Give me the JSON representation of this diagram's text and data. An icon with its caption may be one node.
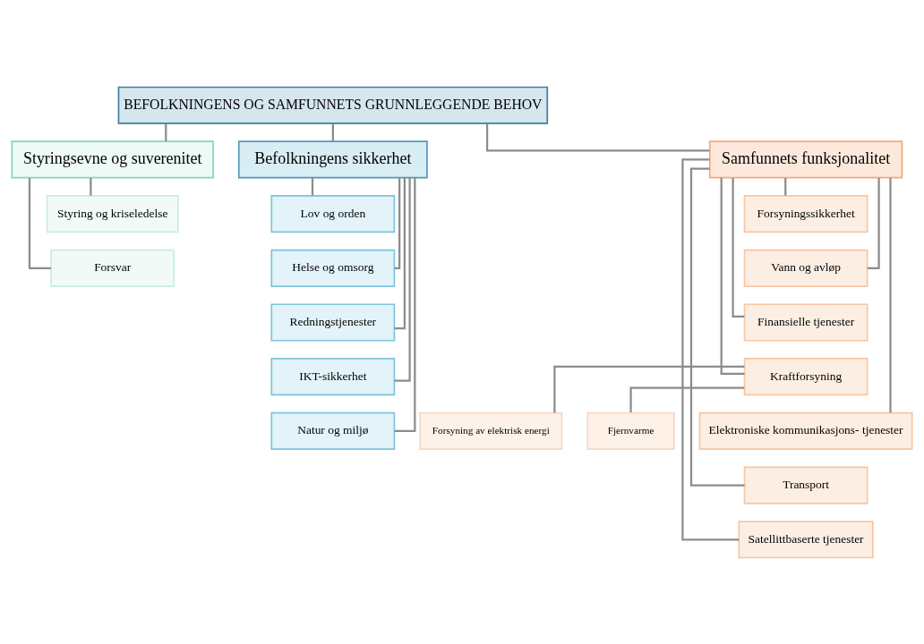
{
  "diagram": {
    "nodes": [
      {
        "text": [
          "BEFOLKNINGENS OG SAMFUNNETS GRUNNLEGGENDE BEHOV"
        ]
      },
      {
        "text": [
          "Styringsevne og suverenitet"
        ]
      },
      {
        "text": [
          "Styring og kriseledelse"
        ]
      },
      {
        "text": [
          "Forsvar"
        ]
      },
      {
        "text": [
          "Befolkningens sikkerhet"
        ]
      },
      {
        "text": [
          "Lov og orden"
        ]
      },
      {
        "text": [
          "Helse og omsorg"
        ]
      },
      {
        "text": [
          "Redningstjenester"
        ]
      },
      {
        "text": [
          "IKT-sikkerhet"
        ]
      },
      {
        "text": [
          "Natur og miljø"
        ]
      },
      {
        "text": [
          "Samfunnets funksjonalitet"
        ]
      },
      {
        "text": [
          "Forsyningssikkerhet"
        ]
      },
      {
        "text": [
          "Vann og avløp"
        ]
      },
      {
        "text": [
          "Finansielle tjenester"
        ]
      },
      {
        "text": [
          "Kraftforsyning"
        ]
      },
      {
        "text": [
          "Forsyning av elektrisk energi"
        ]
      },
      {
        "text": [
          "Fjernvarme"
        ]
      },
      {
        "text": [
          "Elektroniske kommunikasjons- tjenester"
        ]
      },
      {
        "text": [
          "Transport"
        ]
      },
      {
        "text": [
          "Satellittbaserte tjenester"
        ]
      }
    ],
    "edges": [
      {
        "from": 0,
        "to": 1,
        "arrow": "none"
      },
      {
        "from": 0,
        "to": 4,
        "arrow": "none"
      },
      {
        "from": 0,
        "to": 10,
        "arrow": "none"
      },
      {
        "from": 1,
        "to": 2,
        "arrow": "none"
      },
      {
        "from": 1,
        "to": 3,
        "arrow": "none"
      },
      {
        "from": 4,
        "to": 5,
        "arrow": "none"
      },
      {
        "from": 4,
        "to": 6,
        "arrow": "none"
      },
      {
        "from": 4,
        "to": 7,
        "arrow": "none"
      },
      {
        "from": 4,
        "to": 8,
        "arrow": "none"
      },
      {
        "from": 4,
        "to": 9,
        "arrow": "none"
      },
      {
        "from": 10,
        "to": 11,
        "arrow": "none"
      },
      {
        "from": 10,
        "to": 12,
        "arrow": "none"
      },
      {
        "from": 10,
        "to": 13,
        "arrow": "none"
      },
      {
        "from": 10,
        "to": 14,
        "arrow": "none"
      },
      {
        "from": 10,
        "to": 17,
        "arrow": "none"
      },
      {
        "from": 10,
        "to": 18,
        "arrow": "none"
      },
      {
        "from": 10,
        "to": 19,
        "arrow": "none"
      },
      {
        "from": 14,
        "to": 15,
        "arrow": "none"
      },
      {
        "from": 14,
        "to": 16,
        "arrow": "none"
      }
    ]
  }
}
